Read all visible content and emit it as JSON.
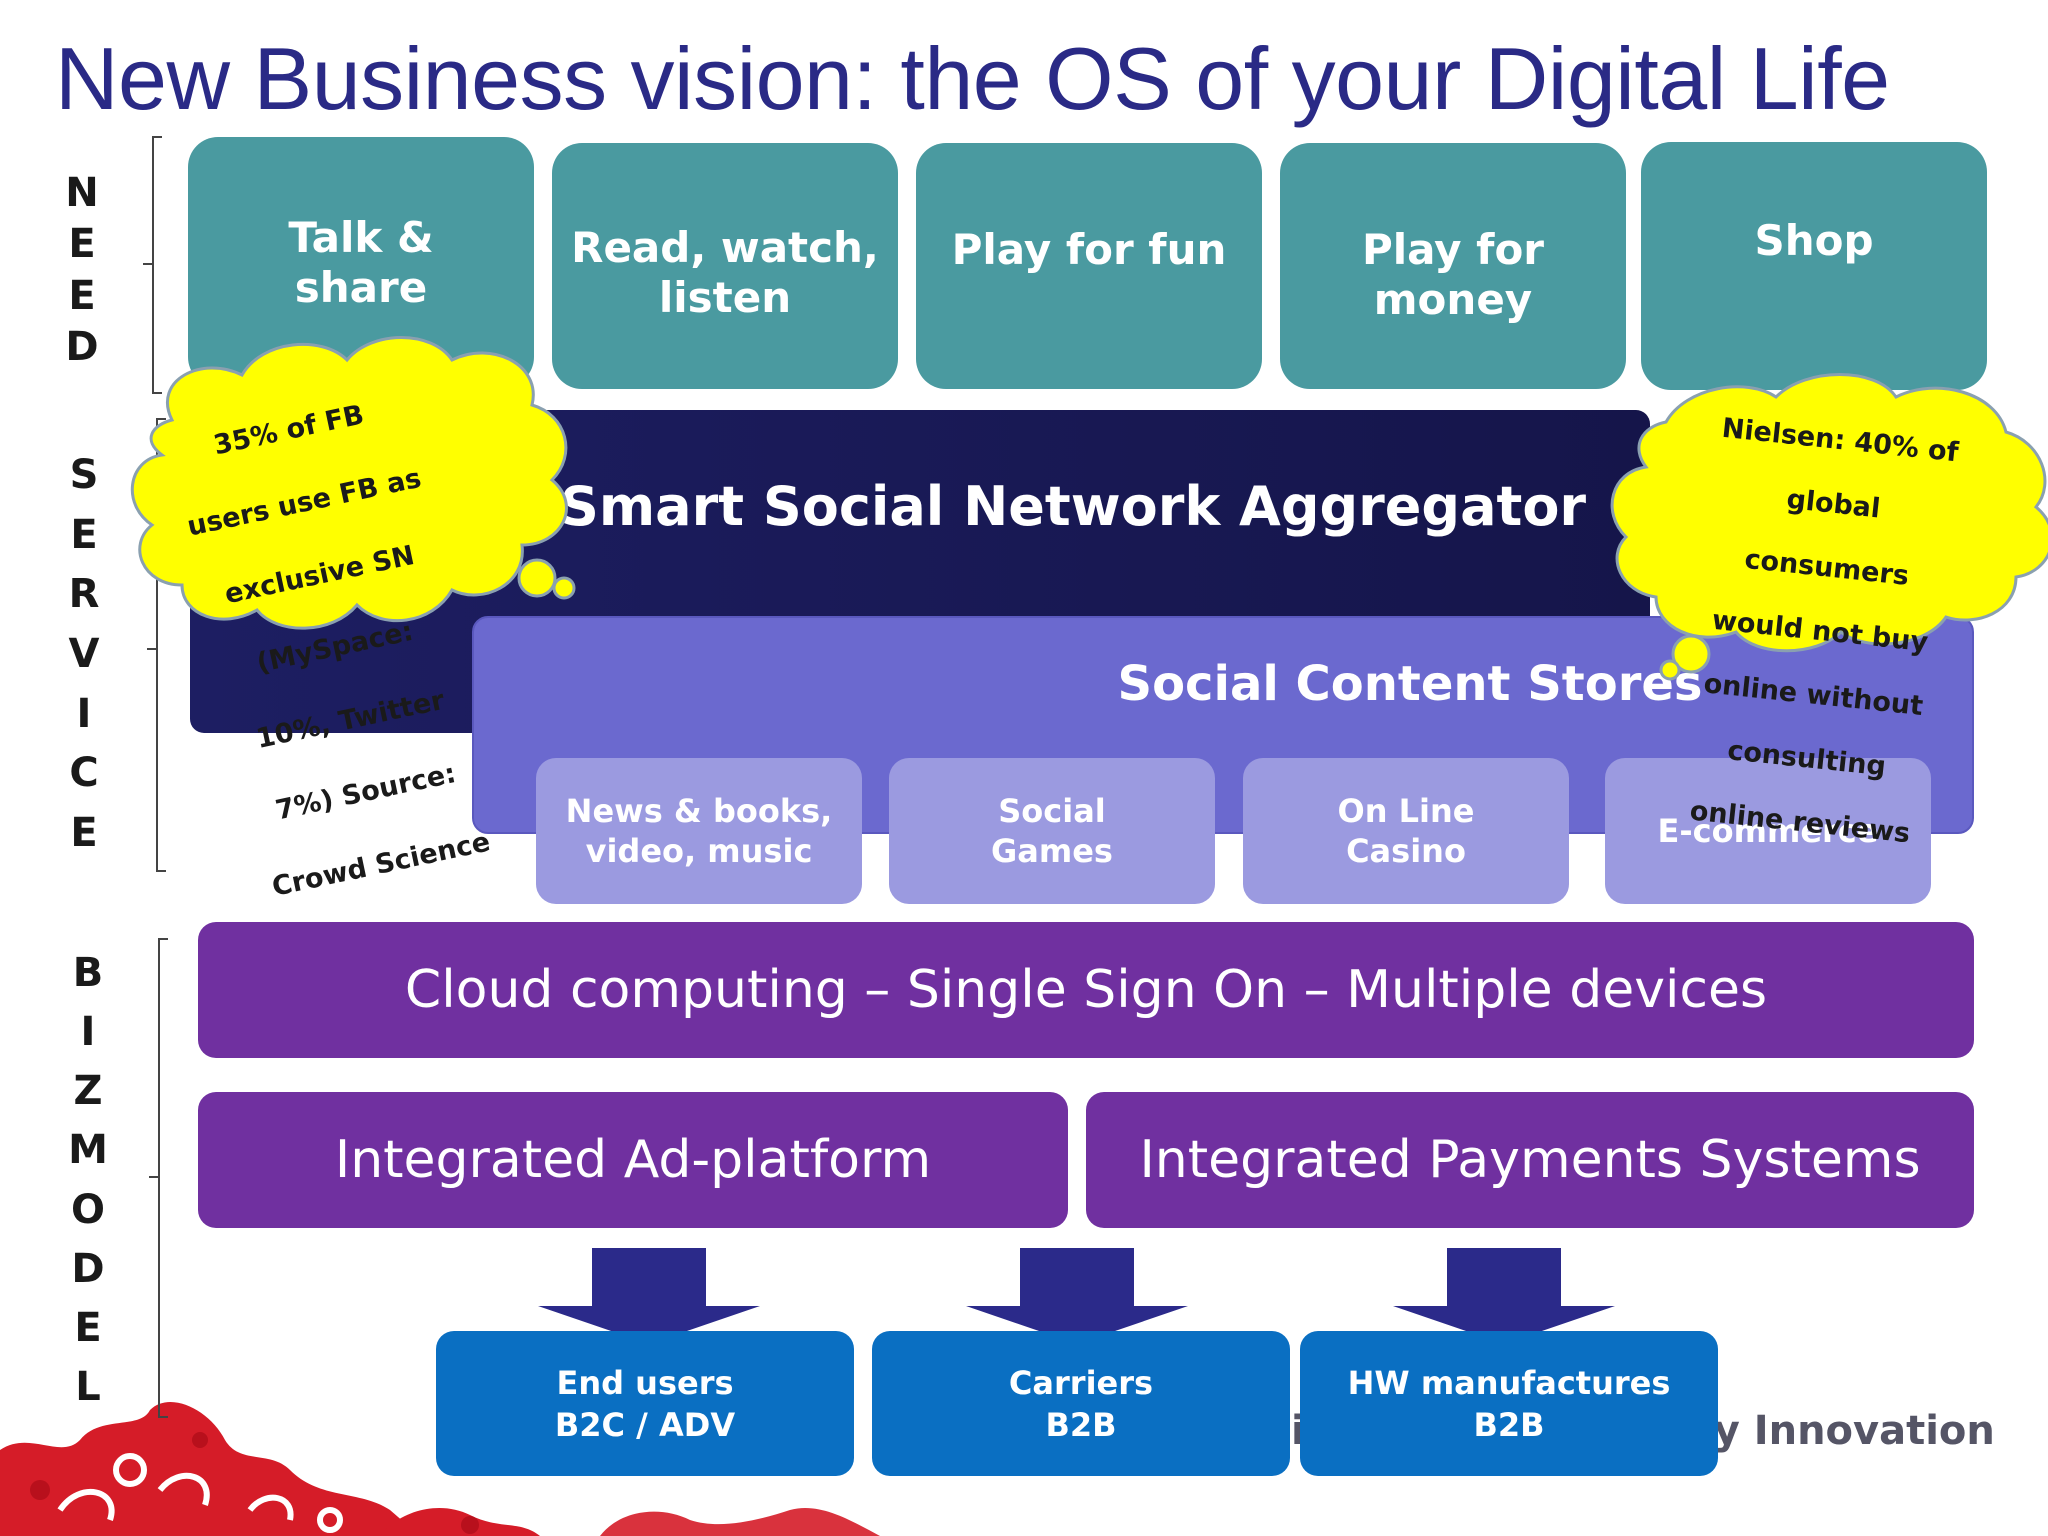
{
  "title": "New Business vision: the OS of  your Digital Life",
  "side_labels": {
    "need": [
      "N",
      "E",
      "E",
      "D"
    ],
    "service": [
      "S",
      "E",
      "R",
      "V",
      "I",
      "C",
      "E"
    ],
    "bizmodel": [
      "B",
      "I",
      "Z",
      "M",
      "O",
      "D",
      "E",
      "L"
    ]
  },
  "needs": [
    "Talk &\nshare",
    "Read, watch,\nlisten",
    "Play for fun",
    "Play for\nmoney",
    "Shop"
  ],
  "aggregator": "Smart Social Network Aggregator",
  "stores": {
    "title": "Social  Content Stores",
    "items": [
      "News & books,\nvideo, music",
      "Social\nGames",
      "On Line\nCasino",
      "E-commerce"
    ]
  },
  "cloud_bar": "Cloud computing – Single Sign On – Multiple devices",
  "ad_platform": "Integrated Ad-platform",
  "payments": "Integrated Payments Systems",
  "targets": [
    "End users\nB2C / ADV",
    "Carriers\nB2B",
    "HW  manufactures\nB2B"
  ],
  "callouts": {
    "left": [
      "35% of FB",
      "users  use FB as",
      "exclusive SN",
      "(MySpace:",
      "10%, Twitter",
      "7%) Source:",
      "Crowd Science"
    ],
    "right": [
      "Nielsen: 40% of",
      "global",
      "consumers",
      "would not buy",
      "online without",
      "consulting",
      "online reviews"
    ]
  },
  "footer": {
    "partial_char": "i",
    "partial_text": "ly Innovation"
  },
  "colors": {
    "title": "#2a2a86",
    "need_box": "#4a9aa0",
    "aggregator": "#1d1e62",
    "stores": "#6b69cf",
    "store_item": "#9b9ae0",
    "purple_bar": "#7030a0",
    "target_box": "#0a6fc2",
    "arrow": "#2b2a8a",
    "callout": "#ffff00",
    "decoration": "#d51c28"
  }
}
